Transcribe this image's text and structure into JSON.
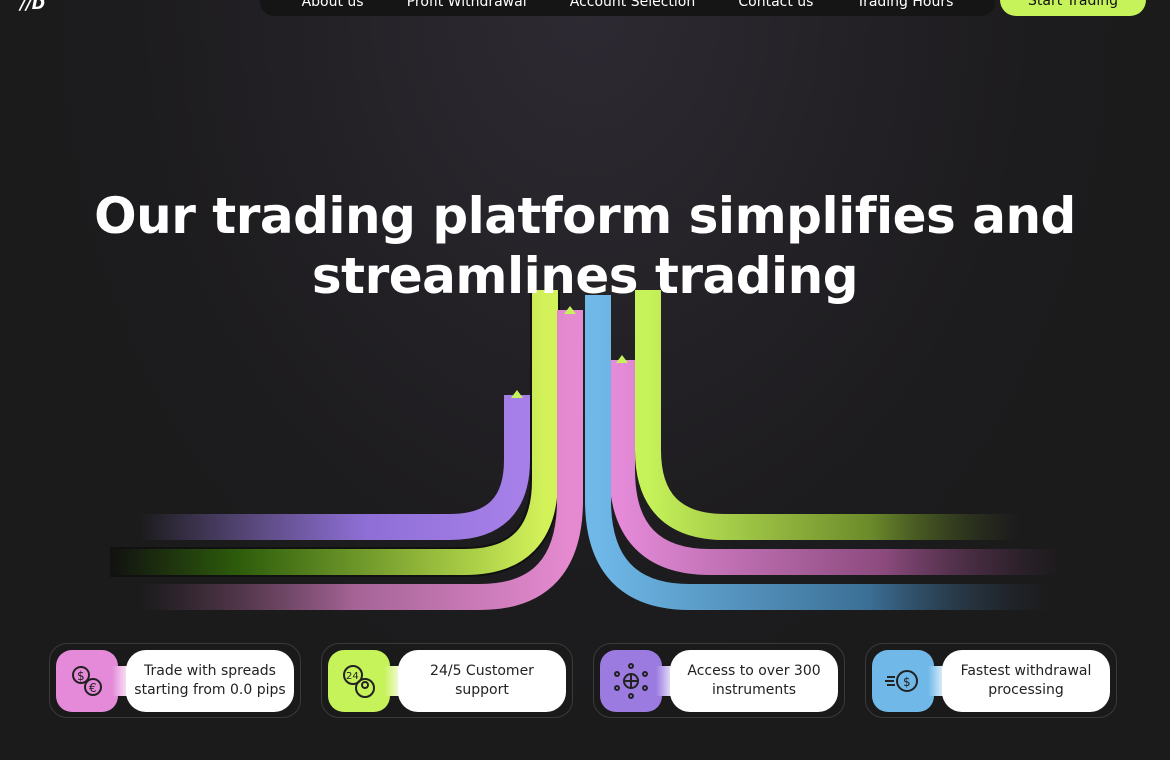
{
  "logo": "//D",
  "nav": {
    "items": [
      "About us",
      "Profit Withdrawal",
      "Account Selection",
      "Contact us",
      "Trading Hours"
    ],
    "cta": "Start Trading"
  },
  "hero": {
    "title_line1": "Our trading platform simplifies and",
    "title_line2": "streamlines trading"
  },
  "colors": {
    "green": "#c6f25a",
    "purple": "#9b7be0",
    "pink": "#e48ad8",
    "blue": "#6fb8e8"
  },
  "features": [
    {
      "icon": "currency-exchange-icon",
      "text": "Trade with spreads starting from 0.0 pips",
      "color": "#e48ad8"
    },
    {
      "icon": "support-24-icon",
      "text": "24/5 Customer support",
      "color": "#c6f25a"
    },
    {
      "icon": "network-globe-icon",
      "text": "Access to over 300 instruments",
      "color": "#9b7be0"
    },
    {
      "icon": "fast-money-icon",
      "text": "Fastest withdrawal processing",
      "color": "#6fb8e8"
    }
  ]
}
